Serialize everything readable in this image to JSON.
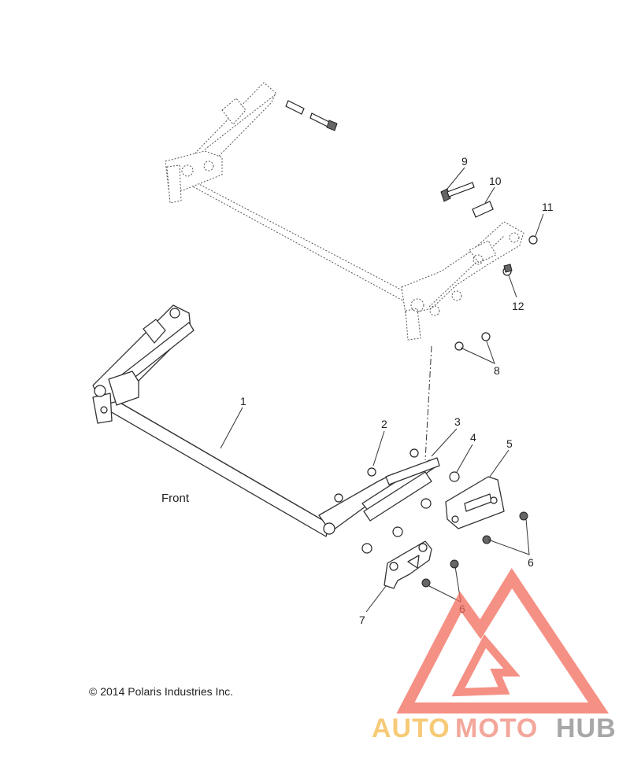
{
  "diagram": {
    "front_label": "Front",
    "copyright": "© 2014 Polaris Industries Inc.",
    "callouts": [
      "1",
      "2",
      "3",
      "4",
      "5",
      "6",
      "6",
      "7",
      "8",
      "9",
      "10",
      "11",
      "12"
    ]
  },
  "watermark": {
    "word_auto": "AUTO",
    "word_moto": "MOTO",
    "word_hub": "HUB",
    "color_auto": "#f5b94a",
    "color_moto": "#f08a7a",
    "color_hub": "#8a8a8a",
    "logo_color": "#f26b5b"
  }
}
